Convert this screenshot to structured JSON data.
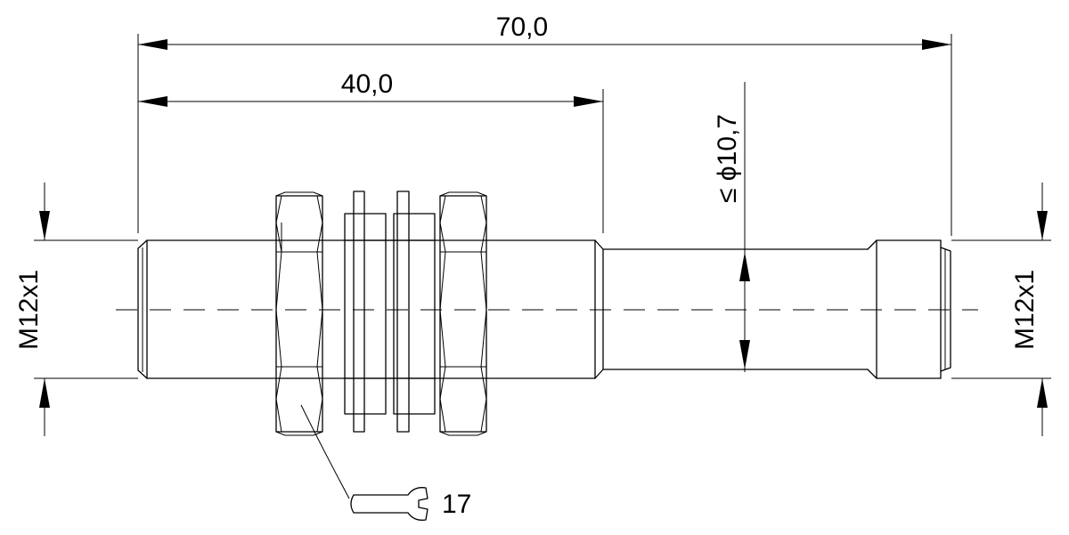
{
  "drawing": {
    "dim_total_length": "70,0",
    "dim_thread_length": "40,0",
    "dim_diameter": "≤ ϕ10,7",
    "thread_left": "M12x1",
    "thread_right": "M12x1",
    "wrench_size": "17"
  }
}
